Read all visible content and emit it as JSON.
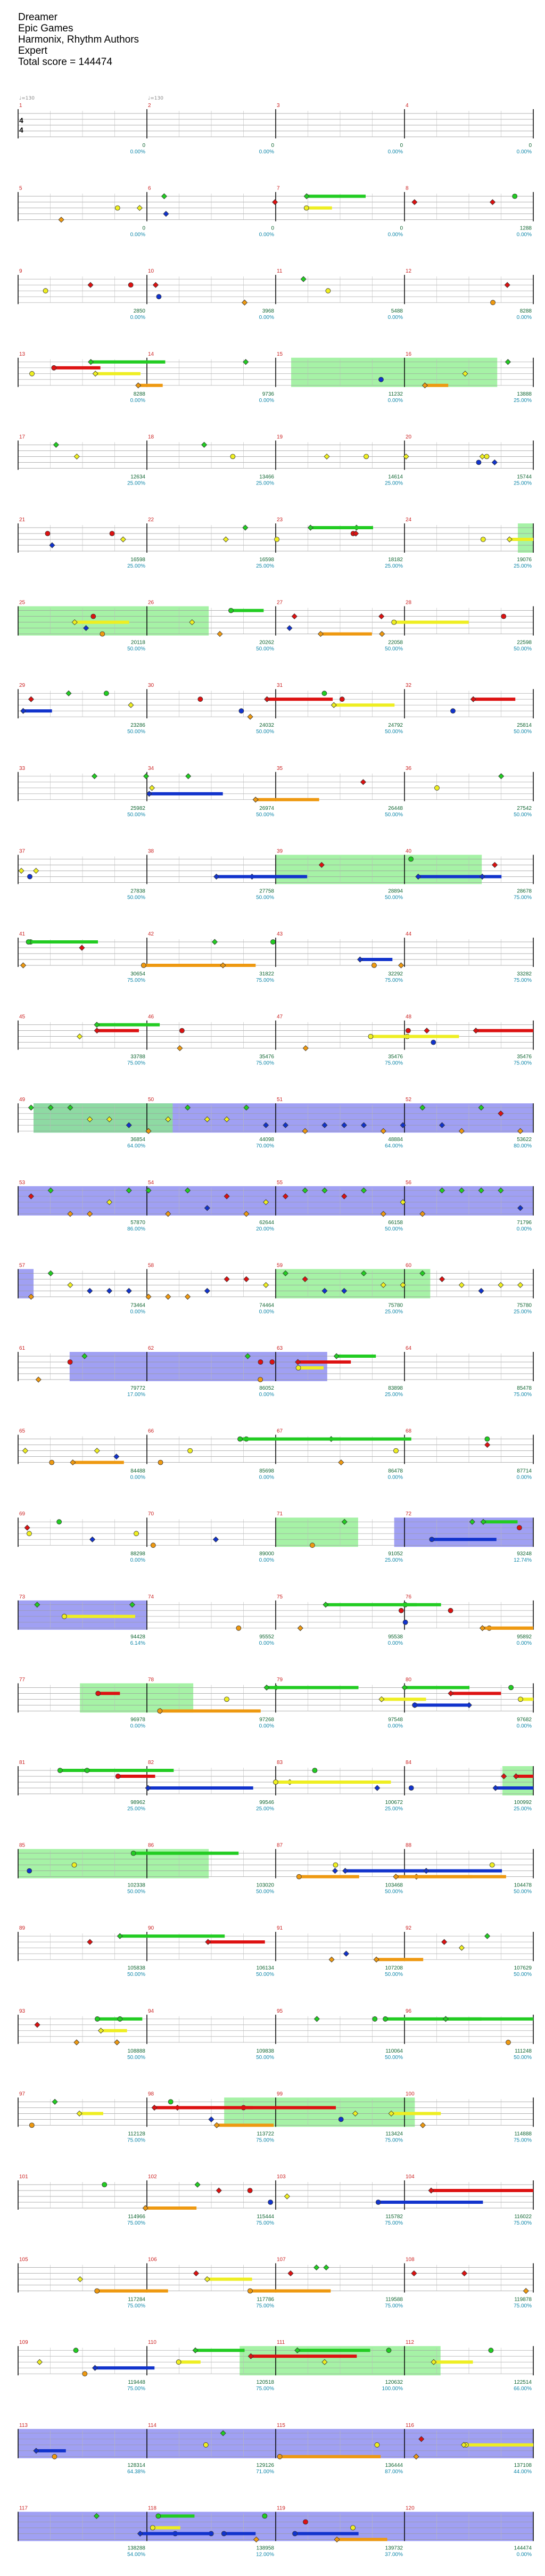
{
  "header": {
    "title": "Dreamer",
    "artist": "Epic Games",
    "charter": "Harmonix, Rhythm Authors",
    "difficulty": "Expert",
    "total_score_label": "Total score = 144474"
  },
  "time_signature": "4/4",
  "tempo_marks": [
    "♩=130",
    "♩=130"
  ],
  "colors": {
    "green": "#22cc22",
    "red": "#dd1111",
    "yellow": "#eeee22",
    "blue": "#1133cc",
    "orange": "#ee9911",
    "star_power": "#88ee88",
    "solo": "#7777ee",
    "sustain_band": "#998833",
    "score": "#116633",
    "percent": "#1188aa",
    "measure_num": "#cc2222"
  },
  "rows": [
    {
      "m": [
        1,
        2,
        3,
        4
      ],
      "s": [
        "0",
        "0",
        "0",
        "0"
      ],
      "p": [
        "0.00%",
        "0.00%",
        "0.00%",
        "0.00%"
      ],
      "first": true
    },
    {
      "m": [
        5,
        6,
        7,
        8
      ],
      "s": [
        "0",
        "0",
        "0",
        "1288"
      ],
      "p": [
        "0.00%",
        "0.00%",
        "0.00%",
        "0.00%"
      ]
    },
    {
      "m": [
        9,
        10,
        11,
        12
      ],
      "s": [
        "2850",
        "3968",
        "5488",
        "8288"
      ],
      "p": [
        "0.00%",
        "0.00%",
        "0.00%",
        "0.00%"
      ]
    },
    {
      "m": [
        13,
        14,
        15,
        16
      ],
      "s": [
        "8288",
        "9736",
        "11232",
        "13888"
      ],
      "p": [
        "0.00%",
        "0.00%",
        "0.00%",
        "25.00%"
      ]
    },
    {
      "m": [
        17,
        18,
        19,
        20
      ],
      "s": [
        "12634",
        "13466",
        "14614",
        "15744"
      ],
      "p": [
        "25.00%",
        "25.00%",
        "25.00%",
        "25.00%"
      ]
    },
    {
      "m": [
        21,
        22,
        23,
        24
      ],
      "s": [
        "16598",
        "16598",
        "18182",
        "19076"
      ],
      "p": [
        "25.00%",
        "25.00%",
        "25.00%",
        "25.00%"
      ]
    },
    {
      "m": [
        25,
        26,
        27,
        28
      ],
      "s": [
        "20118",
        "20262",
        "22058",
        "22598"
      ],
      "p": [
        "50.00%",
        "50.00%",
        "50.00%",
        "50.00%"
      ]
    },
    {
      "m": [
        29,
        30,
        31,
        32
      ],
      "s": [
        "23286",
        "24032",
        "24792",
        "25814"
      ],
      "p": [
        "50.00%",
        "50.00%",
        "50.00%",
        "50.00%"
      ]
    },
    {
      "m": [
        33,
        34,
        35,
        36
      ],
      "s": [
        "25982",
        "26974",
        "26448",
        "27542"
      ],
      "p": [
        "50.00%",
        "50.00%",
        "50.00%",
        "50.00%"
      ]
    },
    {
      "m": [
        37,
        38,
        39,
        40
      ],
      "s": [
        "27838",
        "27758",
        "28894",
        "28678"
      ],
      "p": [
        "50.00%",
        "50.00%",
        "50.00%",
        "75.00%"
      ]
    },
    {
      "m": [
        41,
        42,
        43,
        44
      ],
      "s": [
        "30654",
        "31822",
        "32292",
        "33282"
      ],
      "p": [
        "75.00%",
        "75.00%",
        "75.00%",
        "75.00%"
      ]
    },
    {
      "m": [
        45,
        46,
        47,
        48
      ],
      "s": [
        "33788",
        "35476",
        "35476",
        "35476"
      ],
      "p": [
        "75.00%",
        "75.00%",
        "75.00%",
        "75.00%"
      ]
    },
    {
      "m": [
        49,
        50,
        51,
        52
      ],
      "s": [
        "36854",
        "44098",
        "48884",
        "53622"
      ],
      "p": [
        "64.00%",
        "70.00%",
        "64.00%",
        "80.00%"
      ]
    },
    {
      "m": [
        53,
        54,
        55,
        56
      ],
      "s": [
        "57870",
        "62644",
        "66158",
        "71796"
      ],
      "p": [
        "86.00%",
        "20.00%",
        "50.00%",
        "0.00%"
      ]
    },
    {
      "m": [
        57,
        58,
        59,
        60
      ],
      "s": [
        "73464",
        "74464",
        "75780",
        "75780"
      ],
      "p": [
        "0.00%",
        "0.00%",
        "25.00%",
        "25.00%"
      ]
    },
    {
      "m": [
        61,
        62,
        63,
        64
      ],
      "s": [
        "79772",
        "86052",
        "83898",
        "85478"
      ],
      "p": [
        "17.00%",
        "0.00%",
        "25.00%",
        "75.00%"
      ]
    },
    {
      "m": [
        65,
        66,
        67,
        68
      ],
      "s": [
        "84488",
        "85698",
        "86478",
        "87714"
      ],
      "p": [
        "0.00%",
        "0.00%",
        "0.00%",
        "0.00%"
      ]
    },
    {
      "m": [
        69,
        70,
        71,
        72
      ],
      "s": [
        "88298",
        "89000",
        "91052",
        "93248"
      ],
      "p": [
        "0.00%",
        "0.00%",
        "25.00%",
        "12.74%"
      ]
    },
    {
      "m": [
        73,
        74,
        75,
        76
      ],
      "s": [
        "94428",
        "95552",
        "95538",
        "95892"
      ],
      "p": [
        "6.14%",
        "0.00%",
        "0.00%",
        "0.00%"
      ]
    },
    {
      "m": [
        77,
        78,
        79,
        80
      ],
      "s": [
        "96978",
        "97268",
        "97548",
        "97682"
      ],
      "p": [
        "0.00%",
        "0.00%",
        "0.00%",
        "0.00%"
      ]
    },
    {
      "m": [
        81,
        82,
        83,
        84
      ],
      "s": [
        "98962",
        "99546",
        "100672",
        "100992"
      ],
      "p": [
        "25.00%",
        "25.00%",
        "25.00%",
        "25.00%"
      ]
    },
    {
      "m": [
        85,
        86,
        87,
        88
      ],
      "s": [
        "102338",
        "103020",
        "103468",
        "104478"
      ],
      "p": [
        "50.00%",
        "50.00%",
        "50.00%",
        "50.00%"
      ]
    },
    {
      "m": [
        89,
        90,
        91,
        92
      ],
      "s": [
        "105838",
        "106134",
        "107208",
        "107629"
      ],
      "p": [
        "50.00%",
        "50.00%",
        "50.00%",
        "50.00%"
      ]
    },
    {
      "m": [
        93,
        94,
        95,
        96
      ],
      "s": [
        "108888",
        "109838",
        "110064",
        "111248"
      ],
      "p": [
        "50.00%",
        "50.00%",
        "50.00%",
        "50.00%"
      ]
    },
    {
      "m": [
        97,
        98,
        99,
        100
      ],
      "s": [
        "112128",
        "113722",
        "113424",
        "114888"
      ],
      "p": [
        "75.00%",
        "75.00%",
        "75.00%",
        "75.00%"
      ]
    },
    {
      "m": [
        101,
        102,
        103,
        104
      ],
      "s": [
        "114966",
        "115444",
        "115782",
        "116022"
      ],
      "p": [
        "75.00%",
        "75.00%",
        "75.00%",
        "75.00%"
      ]
    },
    {
      "m": [
        105,
        106,
        107,
        108
      ],
      "s": [
        "117284",
        "117786",
        "119588",
        "119878"
      ],
      "p": [
        "75.00%",
        "75.00%",
        "75.00%",
        "75.00%"
      ]
    },
    {
      "m": [
        109,
        110,
        111,
        112
      ],
      "s": [
        "119448",
        "120518",
        "120632",
        "122514"
      ],
      "p": [
        "75.00%",
        "75.00%",
        "100.00%",
        "66.00%"
      ]
    },
    {
      "m": [
        113,
        114,
        115,
        116
      ],
      "s": [
        "128314",
        "129126",
        "136444",
        "137108"
      ],
      "p": [
        "64.38%",
        "71.00%",
        "87.00%",
        "44.00%"
      ]
    },
    {
      "m": [
        117,
        118,
        119,
        120
      ],
      "s": [
        "138288",
        "138958",
        "139732",
        "144474"
      ],
      "p": [
        "54.00%",
        "12.00%",
        "37.00%",
        "0.00%"
      ]
    }
  ]
}
